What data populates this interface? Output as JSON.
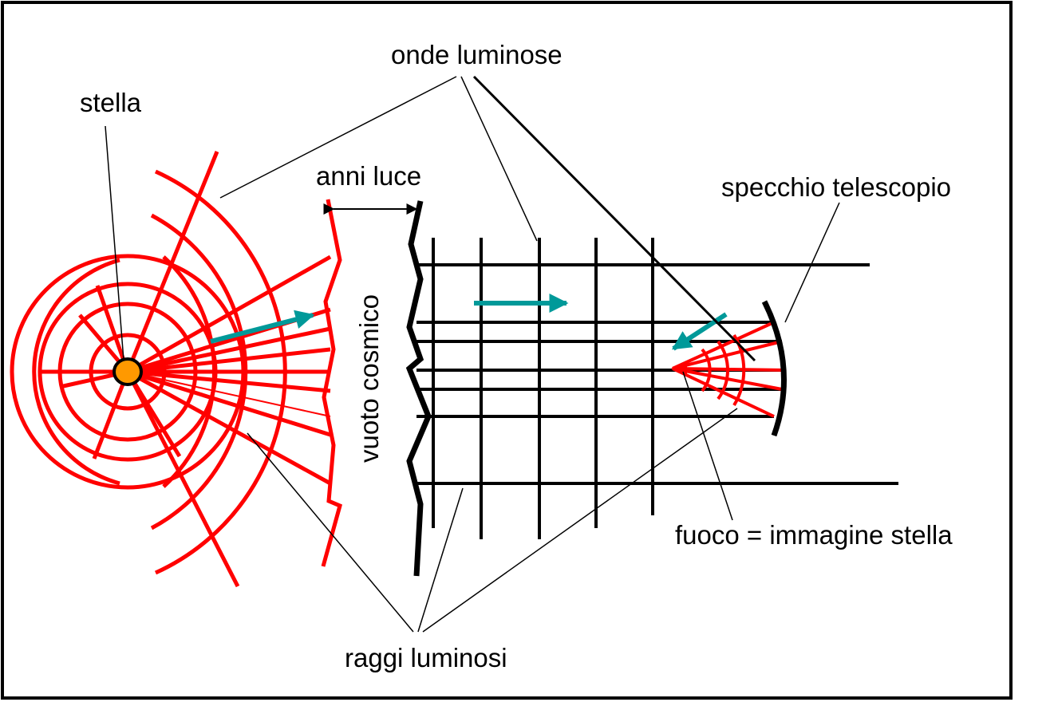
{
  "labels": {
    "light_waves": "onde luminose",
    "star": "stella",
    "light_years": "anni luce",
    "telescope_mirror": "specchio telescopio",
    "cosmic_void": "vuoto cosmico",
    "focus_star_image": "fuoco = immagine stella",
    "light_rays": "raggi luminosi"
  },
  "colors": {
    "red_light": "#ff0000",
    "wave_black": "#000000",
    "star_fill": "#ff9900",
    "direction_arrow": "#009999",
    "frame": "#000000",
    "background": "#ffffff"
  }
}
